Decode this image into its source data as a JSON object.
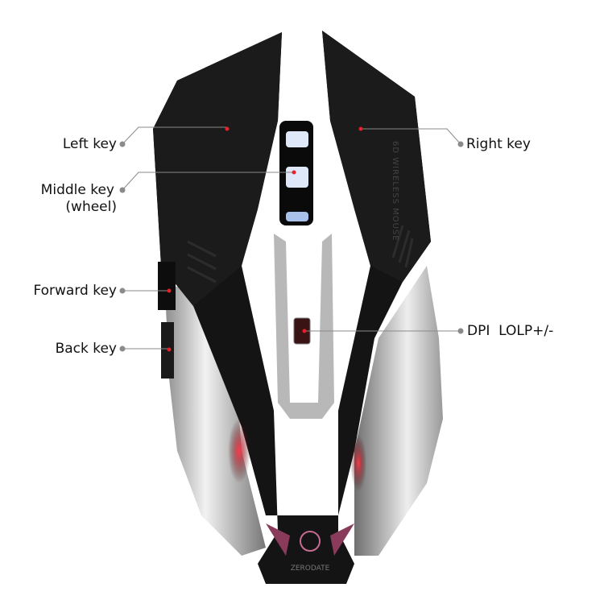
{
  "callouts": {
    "left_key": "Left key",
    "middle_key": "Middle key",
    "middle_key_sub": "(wheel)",
    "forward_key": "Forward key",
    "back_key": "Back key",
    "right_key": "Right key",
    "dpi": "DPI  LOLP+/-"
  },
  "product_print": {
    "body_text": "6D WIRELESS MOUSE",
    "logo_text": "ZERODATE"
  },
  "colors": {
    "body": "#141414",
    "chrome": "#c9c9c9",
    "marker": "#e8202a",
    "leader": "#8a8a8a",
    "wheel_light": "#dfe8f8",
    "glow": "#c4142a"
  }
}
